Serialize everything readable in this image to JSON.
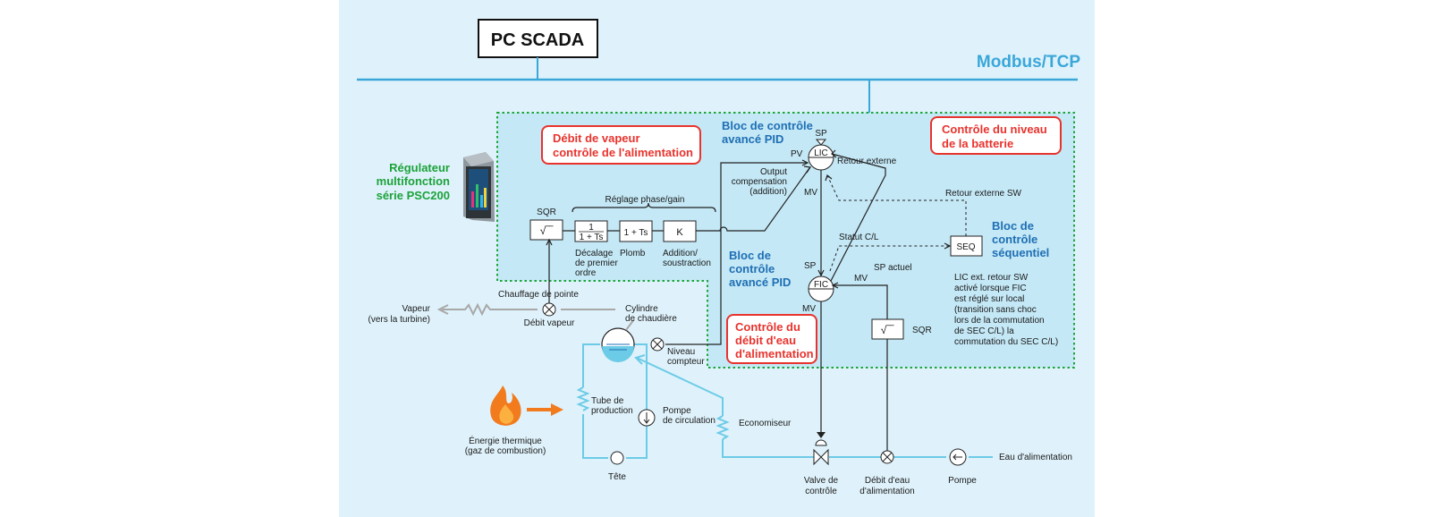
{
  "scada": {
    "title": "PC SCADA",
    "network": "Modbus/TCP"
  },
  "regulator": {
    "line1": "Régulateur",
    "line2": "multifonction",
    "line3": "série PSC200"
  },
  "zones": {
    "steam_feed": {
      "line1": "Débit de vapeur",
      "line2": "contrôle de l'alimentation"
    },
    "level": {
      "line1": "Contrôle du niveau",
      "line2": "de la batterie"
    },
    "feedwater": {
      "line1": "Contrôle du",
      "line2": "débit d'eau",
      "line3": "d'alimentation"
    }
  },
  "pid_blocks": {
    "top": {
      "line1": "Bloc de contrôle",
      "line2": "avancé PID"
    },
    "mid": {
      "line1": "Bloc de",
      "line2": "contrôle",
      "line3": "avancé PID"
    },
    "seq": {
      "line1": "Bloc de",
      "line2": "contrôle",
      "line3": "séquentiel"
    }
  },
  "function_blocks": {
    "sqr_label": "SQR",
    "sqr_symbol": "√‾‾",
    "phase_gain": "Réglage phase/gain",
    "lag_num": "1",
    "lag_den": "1 + Ts",
    "lead": "1 + Ts",
    "gain": "K",
    "lag_caption": [
      "Décalage",
      "de premier",
      "ordre"
    ],
    "lead_caption": "Plomb",
    "gain_caption": [
      "Addition/",
      "soustraction"
    ],
    "output_comp": [
      "Output",
      "compensation",
      "(addition)"
    ]
  },
  "controllers": {
    "lic": "LIC",
    "fic": "FIC",
    "seq": "SEQ",
    "sp": "SP",
    "pv": "PV",
    "mv": "MV",
    "retour_externe": "Retour externe",
    "retour_externe_sw": "Retour externe SW",
    "statut_cl": "Statut C/L",
    "sp_actuel": "SP actuel",
    "sqr2": "SQR"
  },
  "note": [
    "LIC ext. retour SW",
    "activé lorsque FIC",
    "est réglé sur local",
    "(transition sans choc",
    "lors de la commutation",
    "de SEC C/L) la",
    "commutation du SEC C/L)"
  ],
  "process": {
    "chauffage": "Chauffage de pointe",
    "vapeur": "Vapeur",
    "vapeur_sub": "(vers la turbine)",
    "debit_vapeur": "Débit vapeur",
    "cylindre": [
      "Cylindre",
      "de chaudière"
    ],
    "niveau": [
      "Niveau",
      "compteur"
    ],
    "tube": [
      "Tube de",
      "production"
    ],
    "pompe_circ": [
      "Pompe",
      "de circulation"
    ],
    "economiseur": "Economiseur",
    "tete": "Tête",
    "energie": [
      "Énergie thermique",
      "(gaz de combustion)"
    ],
    "valve": [
      "Valve de",
      "contrôle"
    ],
    "debit_eau": [
      "Débit d'eau",
      "d'alimentation"
    ],
    "pompe": "Pompe",
    "eau": "Eau d'alimentation"
  },
  "colors": {
    "panel": "#dff2fb",
    "zone": "#c4e8f6",
    "dotted": "#1ea53a",
    "network": "#3aa7d9",
    "title_blue": "#1f6fb4",
    "red": "#e8332d",
    "pipe": "#6ccbe6",
    "steam": "#a8a8a8",
    "flame": "#f27b1e"
  }
}
